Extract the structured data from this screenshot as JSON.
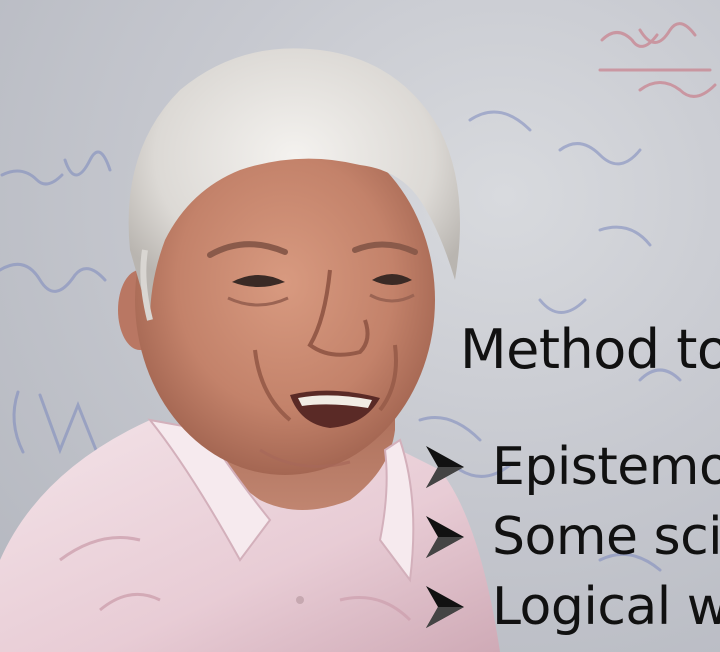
{
  "slide": {
    "heading": "Method to",
    "bullets": [
      {
        "text": "Epistemo",
        "icon": "arrow-bullet-icon"
      },
      {
        "text": "Some scie",
        "icon": "arrow-bullet-icon"
      },
      {
        "text": "Logical w",
        "icon": "arrow-bullet-icon"
      }
    ]
  },
  "colors": {
    "text": "#111111",
    "whiteboard": "#c9cbd2",
    "marker_blue": "#6f7fb8",
    "marker_red": "#c86a78",
    "shirt": "#efd9e0",
    "hair": "#e9e7e4",
    "skin": "#c98a70"
  }
}
